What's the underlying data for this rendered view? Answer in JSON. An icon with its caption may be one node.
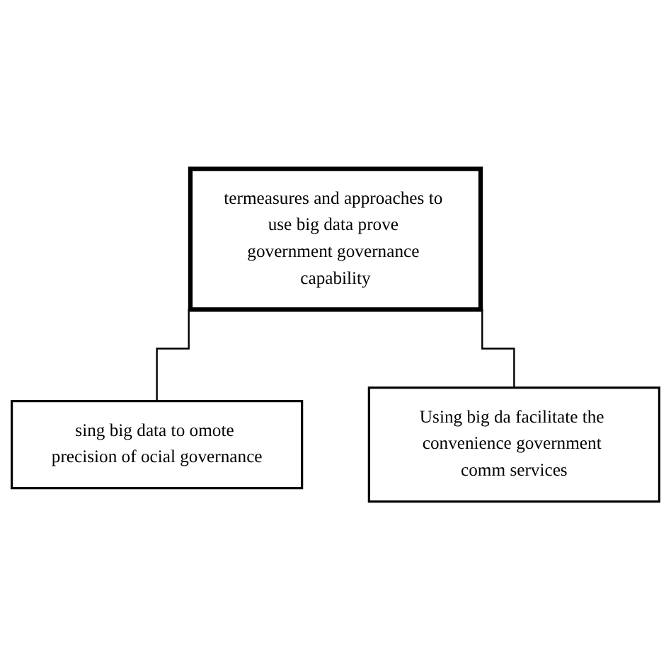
{
  "diagram": {
    "nodes": [
      {
        "text": [
          "termeasures and approaches to use big data prove government governance capability"
        ]
      },
      {
        "text": [
          "sing big data to omote precision of ocial governance"
        ]
      },
      {
        "text": [
          "Using big da facilitate the convenience government comm services"
        ]
      }
    ],
    "edges": [
      {
        "from": 0,
        "to": 1,
        "arrow": "none"
      },
      {
        "from": 0,
        "to": 2,
        "arrow": "none"
      }
    ]
  }
}
